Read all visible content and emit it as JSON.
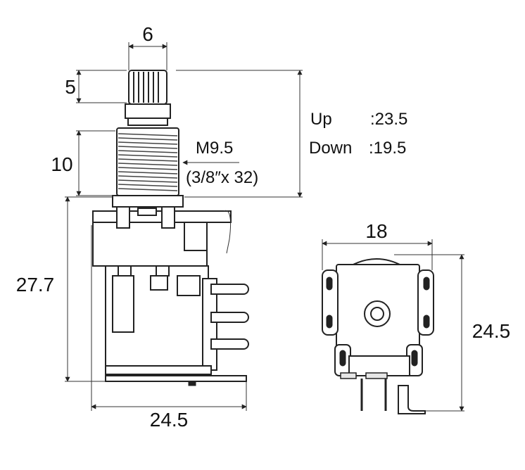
{
  "dimensions": {
    "shaft_width": "6",
    "knurl_height": "5",
    "thread_length": "10",
    "body_height": "27.7",
    "body_width": "24.5",
    "side_width": "18",
    "side_height": "24.5"
  },
  "thread_spec": {
    "line1": "M9.5",
    "line2": "(3/8″x 32)"
  },
  "travel": {
    "up_label": "Up",
    "up_value": ":23.5",
    "down_label": "Down",
    "down_value": ":19.5"
  }
}
